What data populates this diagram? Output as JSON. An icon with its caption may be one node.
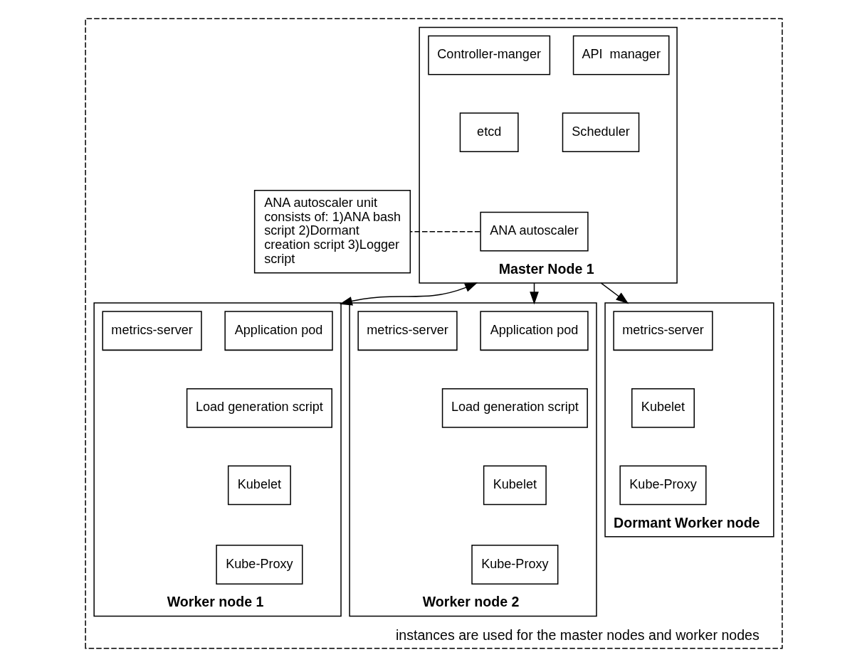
{
  "diagram": {
    "nodes": [
      {
        "text": [
          "instances are used for the master nodes and worker nodes"
        ]
      },
      {
        "text": [
          "Master Node 1"
        ],
        "in": 0
      },
      {
        "text": [
          "API  manager"
        ],
        "in": 1
      },
      {
        "text": [
          "Controller-manger"
        ],
        "in": 1
      },
      {
        "text": [
          "Scheduler"
        ],
        "in": 1
      },
      {
        "text": [
          "etcd"
        ],
        "in": 1
      },
      {
        "text": [
          "ANA autoscaler"
        ],
        "in": 1
      },
      {
        "text": [
          "ANA autoscaler unit consists of: 1)ANA bash script 2)Dormant creation script 3)Logger script"
        ],
        "in": 0
      },
      {
        "text": [
          "Worker node 1"
        ],
        "in": 0
      },
      {
        "text": [
          "Application pod"
        ],
        "in": 8
      },
      {
        "text": [
          "metrics-server"
        ],
        "in": 8
      },
      {
        "text": [
          "Load generation script"
        ],
        "in": 8
      },
      {
        "text": [
          "Kubelet"
        ],
        "in": 8
      },
      {
        "text": [
          "Kube-Proxy"
        ],
        "in": 8
      },
      {
        "text": [
          "Worker node 2"
        ],
        "in": 0
      },
      {
        "text": [
          "Application pod"
        ],
        "in": 14
      },
      {
        "text": [
          "metrics-server"
        ],
        "in": 14
      },
      {
        "text": [
          "Load generation script"
        ],
        "in": 14
      },
      {
        "text": [
          "Kubelet"
        ],
        "in": 14
      },
      {
        "text": [
          "Kube-Proxy"
        ],
        "in": 14
      },
      {
        "text": [
          "Dormant Worker node"
        ],
        "in": 0
      },
      {
        "text": [
          "metrics-server"
        ],
        "in": 20
      },
      {
        "text": [
          "Kubelet"
        ],
        "in": 20
      },
      {
        "text": [
          "Kube-Proxy"
        ],
        "in": 20
      }
    ],
    "edges": [
      {
        "from": 6,
        "to": 7,
        "arrow": "none",
        "style": "dashed"
      },
      {
        "from": 1,
        "to": 8,
        "arrow": "both"
      },
      {
        "from": 1,
        "to": 14,
        "arrow": "to"
      },
      {
        "from": 1,
        "to": 20,
        "arrow": "to"
      }
    ]
  }
}
